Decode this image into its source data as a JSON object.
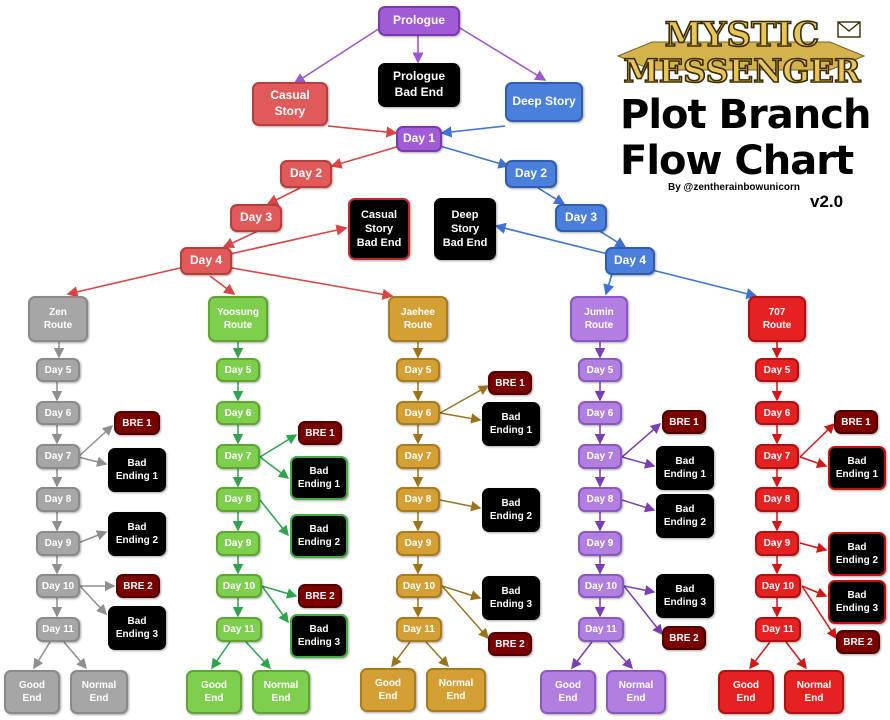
{
  "header": {
    "logo_line1": "MYSTIC",
    "logo_line2": "MESSENGER",
    "title": "Plot Branch\nFlow Chart",
    "byline": "By @zentherainbowunicorn",
    "version": "v2.0"
  },
  "colors": {
    "purple": "#a05cd6",
    "casual_red": "#e05a5a",
    "deep_blue": "#4a7fdc",
    "zen_gray": "#a6a6a6",
    "yoosung_green": "#7fcf4f",
    "jaehee_gold": "#d4a035",
    "jumin_violet": "#b07fe0",
    "seven_red": "#e52222",
    "bre_maroon": "#7a0000",
    "bad_black": "#000000"
  },
  "nodes": {
    "prologue": "Prologue",
    "prologue_bad_end": "Prologue\nBad End",
    "casual_story": "Casual\nStory",
    "deep_story": "Deep Story",
    "day1": "Day 1",
    "casual_day2": "Day 2",
    "casual_day3": "Day 3",
    "casual_day4": "Day 4",
    "casual_bad_end": "Casual\nStory\nBad End",
    "deep_bad_end": "Deep\nStory\nBad End",
    "deep_day2": "Day 2",
    "deep_day3": "Day 3",
    "deep_day4": "Day 4"
  },
  "routes": {
    "zen": {
      "name": "Zen\nRoute",
      "days": [
        "Day 5",
        "Day 6",
        "Day 7",
        "Day 8",
        "Day 9",
        "Day 10",
        "Day 11"
      ],
      "bre1": "BRE 1",
      "bad1": "Bad\nEnding 1",
      "bad2": "Bad\nEnding 2",
      "bre2": "BRE 2",
      "bad3": "Bad\nEnding 3",
      "good": "Good\nEnd",
      "normal": "Normal\nEnd"
    },
    "yoosung": {
      "name": "Yoosung\nRoute",
      "days": [
        "Day 5",
        "Day 6",
        "Day 7",
        "Day 8",
        "Day 9",
        "Day 10",
        "Day 11"
      ],
      "bre1": "BRE 1",
      "bad1": "Bad\nEnding 1",
      "bad2": "Bad\nEnding 2",
      "bre2": "BRE 2",
      "bad3": "Bad\nEnding 3",
      "good": "Good\nEnd",
      "normal": "Normal\nEnd"
    },
    "jaehee": {
      "name": "Jaehee\nRoute",
      "days": [
        "Day 5",
        "Day 6",
        "Day 7",
        "Day 8",
        "Day 9",
        "Day 10",
        "Day 11"
      ],
      "bre1": "BRE 1",
      "bad1": "Bad\nEnding 1",
      "bad2": "Bad\nEnding 2",
      "bad3": "Bad\nEnding 3",
      "bre2": "BRE 2",
      "good": "Good\nEnd",
      "normal": "Normal\nEnd"
    },
    "jumin": {
      "name": "Jumin\nRoute",
      "days": [
        "Day 5",
        "Day 6",
        "Day 7",
        "Day 8",
        "Day 9",
        "Day 10",
        "Day 11"
      ],
      "bre1": "BRE 1",
      "bad1": "Bad\nEnding 1",
      "bad2": "Bad\nEnding 2",
      "bad3": "Bad\nEnding 3",
      "bre2": "BRE 2",
      "good": "Good\nEnd",
      "normal": "Normal\nEnd"
    },
    "seven": {
      "name": "707\nRoute",
      "days": [
        "Day 5",
        "Day 6",
        "Day 7",
        "Day 8",
        "Day 9",
        "Day 10",
        "Day 11"
      ],
      "bre1": "BRE 1",
      "bad1": "Bad\nEnding 1",
      "bad2": "Bad\nEnding 2",
      "bad3": "Bad\nEnding 3",
      "bre2": "BRE 2",
      "good": "Good\nEnd",
      "normal": "Normal\nEnd"
    }
  }
}
